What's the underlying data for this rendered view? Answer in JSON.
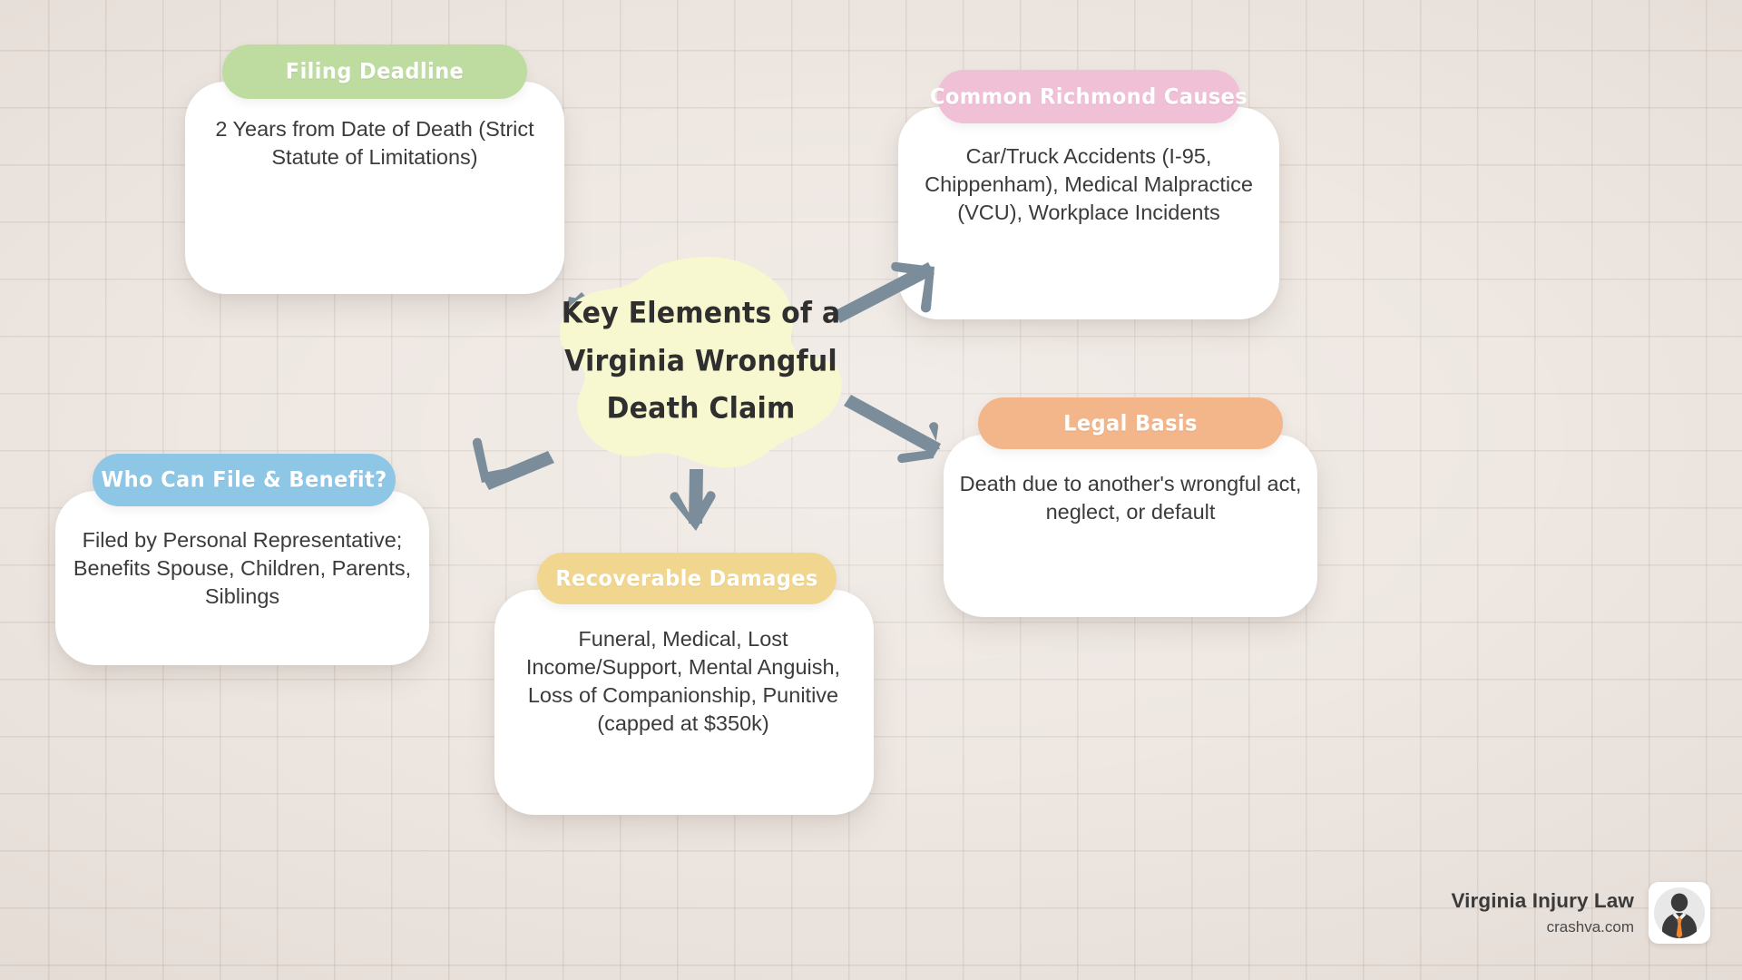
{
  "diagram": {
    "center": {
      "lines": [
        "Key Elements of a",
        "Virginia Wrongful",
        "Death Claim"
      ],
      "fill_color": "#f7f7d0"
    },
    "nodes": [
      {
        "id": "filing-deadline",
        "title": "Filing Deadline",
        "body": "2 Years from Date of Death (Strict Statute of Limitations)",
        "header_color": "#bedba0"
      },
      {
        "id": "common-richmond-causes",
        "title": "Common Richmond Causes",
        "body": "Car/Truck Accidents (I-95, Chippenham), Medical Malpractice (VCU), Workplace Incidents",
        "header_color": "#efc0d6"
      },
      {
        "id": "legal-basis",
        "title": "Legal Basis",
        "body": "Death due to another's wrongful act, neglect, or default",
        "header_color": "#f3b58a"
      },
      {
        "id": "who-can-file-and-benefit",
        "title": "Who Can File & Benefit?",
        "body": "Filed by Personal Representative; Benefits Spouse, Children, Parents, Siblings",
        "header_color": "#8ec6e6"
      },
      {
        "id": "recoverable-damages",
        "title": "Recoverable Damages",
        "body": "Funeral, Medical, Lost Income/Support, Mental Anguish, Loss of Companionship, Punitive (capped at $350k)",
        "header_color": "#f0d68e"
      }
    ],
    "arrow_color": "#7b8d9b",
    "background_color": "#ece4de"
  },
  "branding": {
    "name": "Virginia Injury Law",
    "url": "crashva.com",
    "avatar_icon": "person-in-suit-avatar-icon",
    "tie_color": "#ef8733"
  }
}
